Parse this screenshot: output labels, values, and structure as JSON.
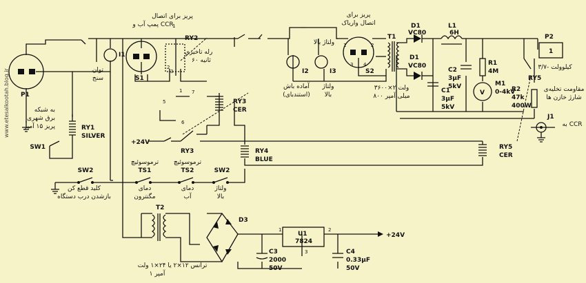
{
  "watermark": "www.etesalkootah.blog.ir",
  "labels": {
    "p1_name": "P1",
    "p1_desc1": "به شبکه",
    "p1_desc2": "برق شهری",
    "p1_desc3": "پریز ۱۵ آمپر",
    "sw1": "SW1",
    "ry1": "RY1",
    "ry1_color": "SILVER",
    "i1": "I1",
    "i1_desc1": "توان",
    "i1_desc2": "سنج",
    "s1": "S1",
    "s1_desc1": "پریز برای اتصال",
    "s1_desc2": "پمپ آب و CCR",
    "ry2": "RY2",
    "ry2_desc1": "رله تاخیری",
    "ry2_desc2": "۶۰ ثانیه",
    "pin1": "1",
    "pin2": "2",
    "pin3": "3",
    "pin4": "4",
    "pin5": "5",
    "pin6": "6",
    "pin7": "7",
    "ry3_top": "RY3",
    "ry3_top_color": "CER",
    "ry3": "RY3",
    "plus24v_left": "+24V",
    "ry4": "RY4",
    "ry4_color": "BLUE",
    "ry5_lower": "RY5",
    "ry5_lower_color": "CER",
    "i2": "I2",
    "i2_desc1": "آماده باش",
    "i2_desc2": "(استندبای)",
    "i3": "I3",
    "i3_desc1": "ولتاژ",
    "i3_desc2": "بالا",
    "hv_label": "ولتاژ بالا",
    "s2": "S2",
    "s2_desc1": "پریز برای",
    "s2_desc2": "اتصال واریاک",
    "t1": "T1",
    "t1_desc1": "۳۶۰۰×۲ ولت",
    "t1_desc2": "۸۰۰ میلی آمپر",
    "d1_top": "D1",
    "d1_top_type": "VC80",
    "d1_bot": "D1",
    "d1_bot_type": "VC80",
    "l1": "L1",
    "l1_value": "6H",
    "c1": "C1",
    "c1_v1": "3μF",
    "c1_v2": "5kV",
    "c2": "C2",
    "c2_v1": "3μF",
    "c2_v2": "5kV",
    "r1": "R1",
    "r1_value": "4M",
    "m1": "M1",
    "m1_value": "0-4kV",
    "m1_symbol": "V",
    "p2": "P2",
    "p2_box": "1",
    "kv_out": "۳/۷- کیلوولت",
    "ry5_upper": "RY5",
    "r2": "R2",
    "r2_v1": "47k",
    "r2_v2": "400W",
    "discharge1": "مقاومت تخلیه‌ی",
    "discharge2": "شارژ خازن ها",
    "j1": "J1",
    "to_ccr": "به CCR",
    "sw2_a": "SW2",
    "sw2_a_desc1": "کلید قطع کن",
    "sw2_a_desc2": "بازشدن درب دستگاه",
    "ts1": "TS1",
    "ts1_desc1": "ترموسوئیچ",
    "ts1_desc2": "دمای",
    "ts1_desc3": "مگنترون",
    "ts2": "TS2",
    "ts2_desc1": "ترموسوئیچ",
    "ts2_desc2": "دمای",
    "ts2_desc3": "آب",
    "sw2_b": "SW2",
    "sw2_b_desc1": "ولتاژ",
    "sw2_b_desc2": "بالا",
    "t2": "T2",
    "t2_desc1": "ترانس ۱۲×۲ یا ۲۴×۱ ولت",
    "t2_desc2": "۱ آمپر",
    "d3": "D3",
    "u1": "U1",
    "u1_part": "7824",
    "u1_pin1": "1",
    "u1_pin2": "2",
    "u1_pin3": "3",
    "c3": "C3",
    "c3_v1": "2000",
    "c3_v2": "50V",
    "c4": "C4",
    "c4_v1": "0.33μF",
    "c4_v2": "50V",
    "plus24v_right": "+24V"
  }
}
